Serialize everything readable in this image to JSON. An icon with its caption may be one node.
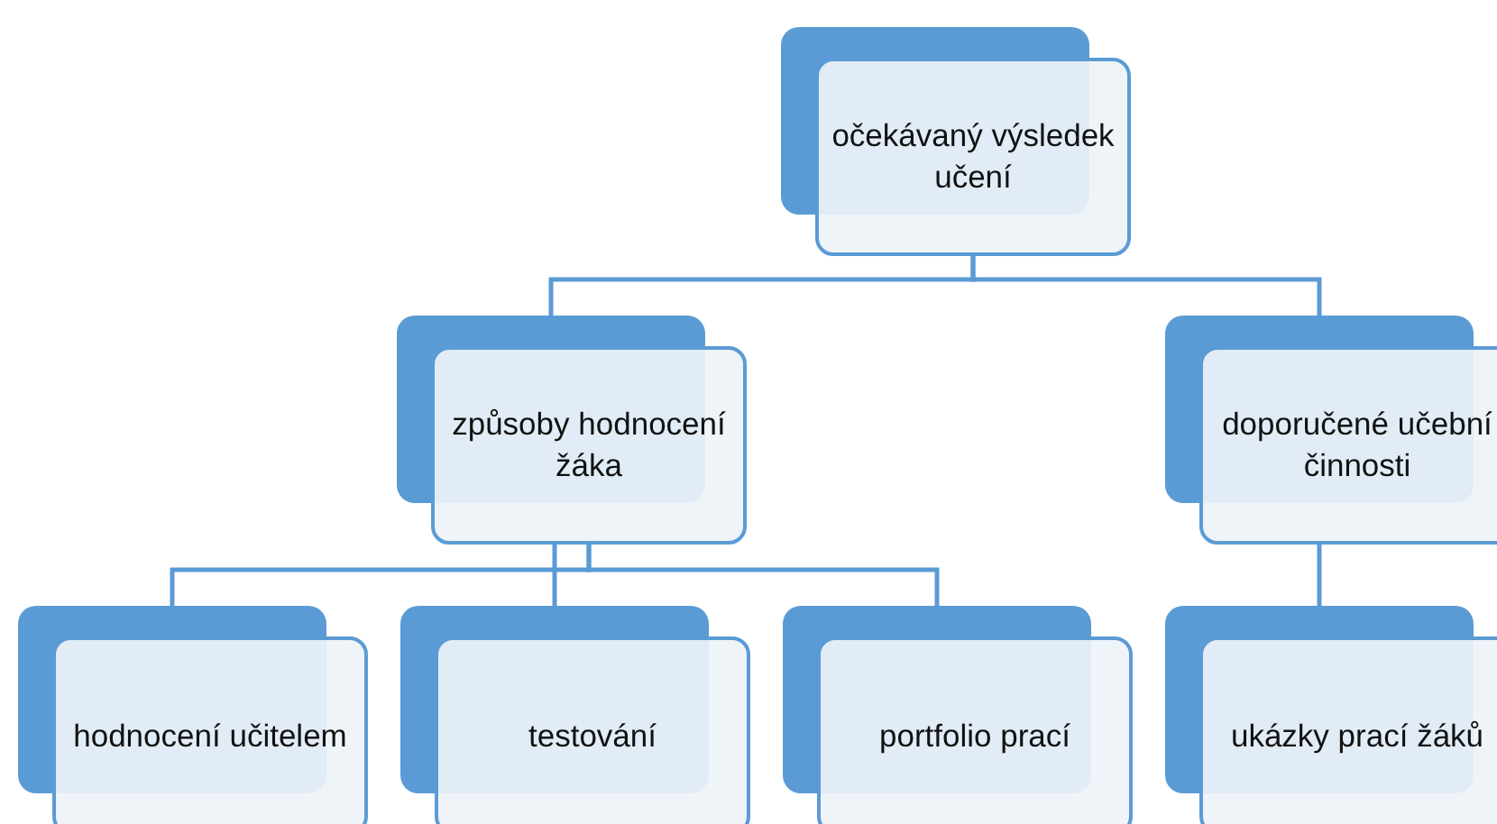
{
  "diagram": {
    "nodes": [
      {
        "text": [
          "očekávaný výsledek učení"
        ]
      },
      {
        "text": [
          "způsoby hodnocení žáka"
        ]
      },
      {
        "text": [
          "doporučené učební činnosti"
        ]
      },
      {
        "text": [
          "hodnocení učitelem"
        ]
      },
      {
        "text": [
          "testování"
        ]
      },
      {
        "text": [
          "portfolio prací"
        ]
      },
      {
        "text": [
          "ukázky prací žáků"
        ]
      }
    ],
    "edges": [
      {
        "from": 0,
        "to": 1,
        "arrow": "none"
      },
      {
        "from": 0,
        "to": 2,
        "arrow": "none"
      },
      {
        "from": 1,
        "to": 3,
        "arrow": "none"
      },
      {
        "from": 1,
        "to": 4,
        "arrow": "none"
      },
      {
        "from": 1,
        "to": 5,
        "arrow": "none"
      },
      {
        "from": 2,
        "to": 6,
        "arrow": "none"
      }
    ]
  }
}
